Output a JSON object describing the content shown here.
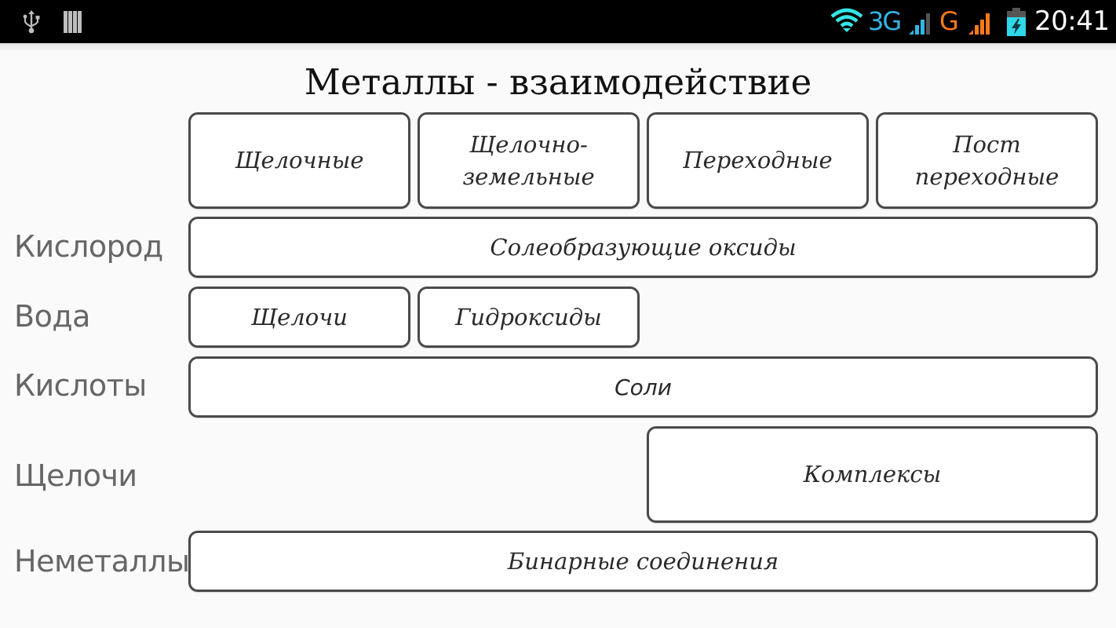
{
  "status_bar": {
    "left_icons": [
      "usb-icon",
      "storage-bars-icon"
    ],
    "right_icons": [
      "wifi-icon",
      "signal-icon",
      "signal-icon",
      "battery-charging-icon"
    ],
    "network_1": "3G",
    "network_2": "G",
    "time": "20:41",
    "colors": {
      "background": "#000000",
      "wifi": "#33e5e5",
      "network_1": "#33b5e5",
      "network_2": "#ff7a1a",
      "battery": "#2fd8e8"
    }
  },
  "page": {
    "title": "Металлы - взаимодействие"
  },
  "columns": [
    {
      "label": "Щелочные"
    },
    {
      "label": "Щелочно-\nземельные",
      "lines": [
        "Щелочно-",
        "земельные"
      ]
    },
    {
      "label": "Переходные"
    },
    {
      "label": "Пост\nпереходные",
      "lines": [
        "Пост",
        "переходные"
      ]
    }
  ],
  "rows": [
    {
      "label": "Кислород",
      "cells": [
        {
          "text": "Солеобразующие оксиды",
          "span": "columns 1-4"
        }
      ]
    },
    {
      "label": "Вода",
      "cells": [
        {
          "text": "Щелочи",
          "span": "column 1"
        },
        {
          "text": "Гидроксиды",
          "span": "column 2"
        }
      ]
    },
    {
      "label": "Кислоты",
      "cells": [
        {
          "text": "Соли",
          "span": "columns 1-4"
        }
      ]
    },
    {
      "label": "Щелочи",
      "cells": [
        {
          "text": "Комплексы",
          "span": "columns 3-4"
        }
      ]
    },
    {
      "label": "Неметаллы",
      "cells": [
        {
          "text": "Бинарные соединения",
          "span": "columns 1-4"
        }
      ]
    }
  ],
  "theme": {
    "background": "#fafafa",
    "cell_border": "#4a4a4a",
    "cell_fill": "#ffffff",
    "row_label_color": "#666666",
    "title_color": "#111111"
  }
}
